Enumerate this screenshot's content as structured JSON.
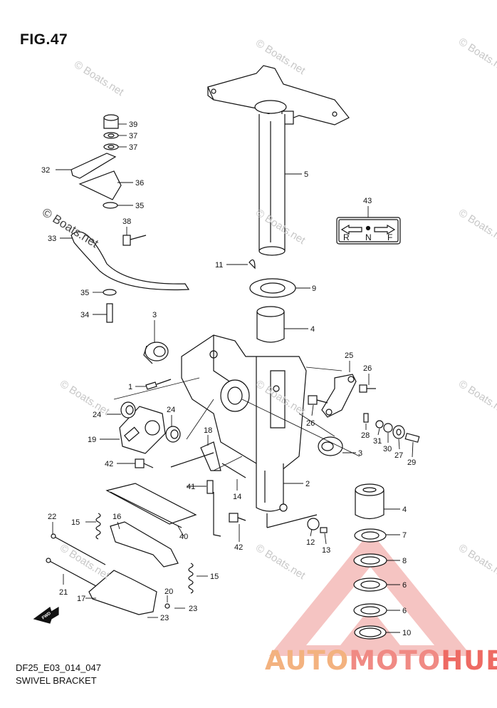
{
  "figure": {
    "title": "FIG.47",
    "code": "DF25_E03_014_047",
    "section": "SWIVEL BRACKET"
  },
  "watermark": {
    "text": "© Boats.net"
  },
  "brand": {
    "part1": "AUTO",
    "part2": "MOTO",
    "part3": "HUB",
    "colors": {
      "auto": "#f3b27f",
      "moto": "#f08a84",
      "hub": "#ee6a63"
    }
  },
  "indicator_plate": {
    "reverse": "R",
    "neutral": "N",
    "forward": "F"
  },
  "fwd_symbol": "FWD",
  "callouts": [
    "39",
    "37",
    "37",
    "32",
    "36",
    "35",
    "38",
    "33",
    "35",
    "34",
    "3",
    "1",
    "24",
    "24",
    "19",
    "42",
    "22",
    "15",
    "16",
    "40",
    "21",
    "17",
    "20",
    "23",
    "23",
    "15",
    "18",
    "41",
    "14",
    "42",
    "11",
    "5",
    "9",
    "4",
    "43",
    "25",
    "26",
    "26",
    "28",
    "31",
    "30",
    "27",
    "29",
    "3",
    "2",
    "4",
    "12",
    "13",
    "7",
    "8",
    "6",
    "6",
    "10"
  ]
}
